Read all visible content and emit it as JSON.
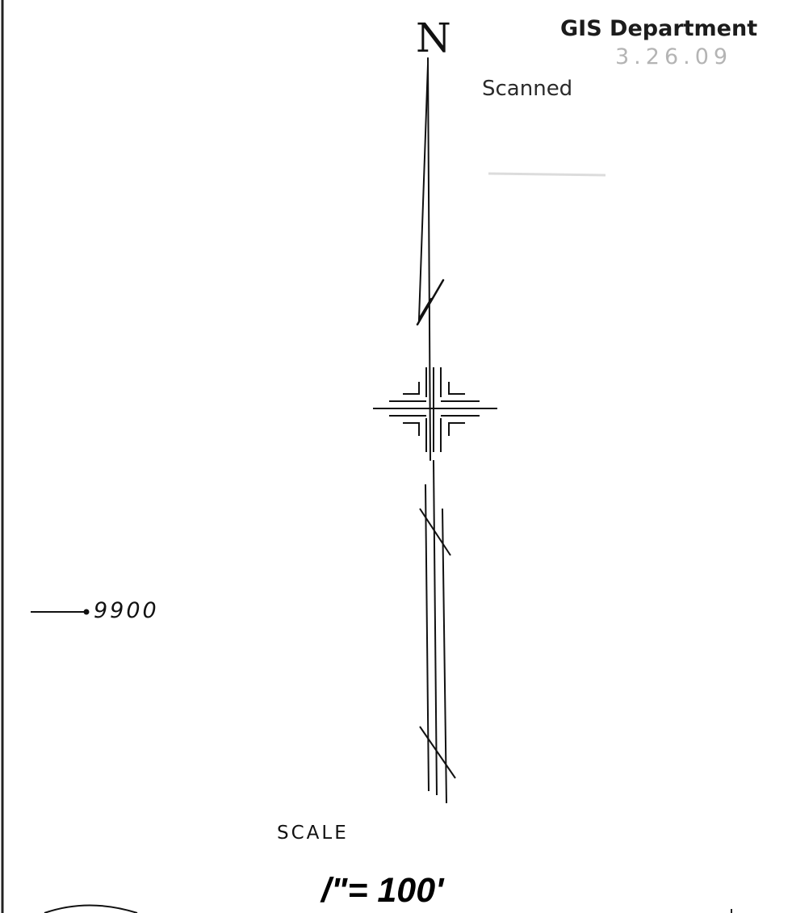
{
  "stamp": {
    "department": "GIS Department",
    "date": "3.26.09",
    "status": "Scanned"
  },
  "north_arrow": {
    "letter": "N"
  },
  "marker": {
    "elevation_label": "9900"
  },
  "scale": {
    "title": "SCALE",
    "value": "/\"= 100'"
  }
}
